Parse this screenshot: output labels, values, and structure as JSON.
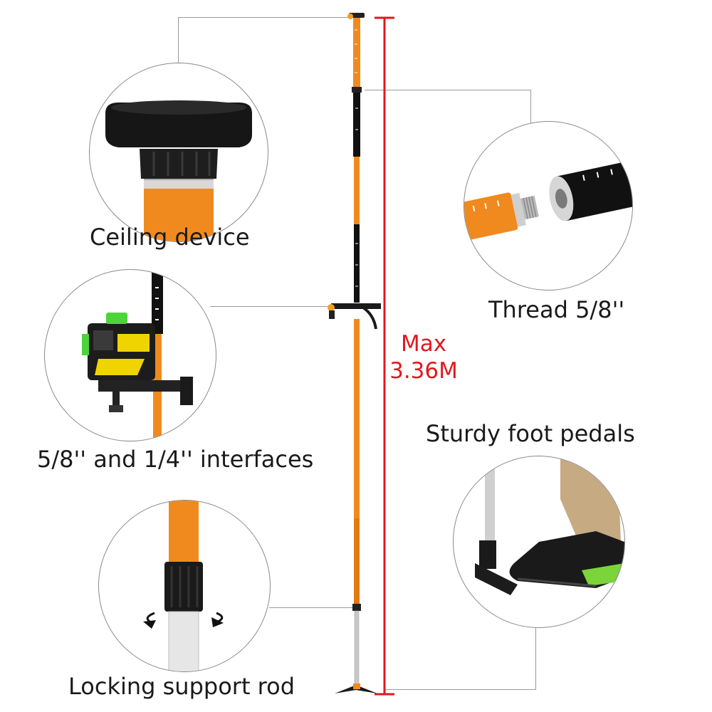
{
  "callouts": {
    "ceiling_device": "Ceiling device",
    "thread": "Thread 5/8''",
    "interfaces": "5/8'' and 1/4'' interfaces",
    "foot_pedals": "Sturdy foot  pedals",
    "locking_rod": "Locking support rod"
  },
  "measurement": {
    "line1": "Max",
    "line2": "3.36M"
  },
  "colors": {
    "pole_orange": "#f08a1e",
    "pole_black": "#111111",
    "measure_red": "#e0191f",
    "laser_green": "#4cd43a",
    "connector_gray": "#9a9a9a"
  },
  "icons": [
    "ceiling-pad-icon",
    "thread-connector-icon",
    "laser-level-icon",
    "foot-pedal-icon",
    "twist-lock-icon"
  ]
}
